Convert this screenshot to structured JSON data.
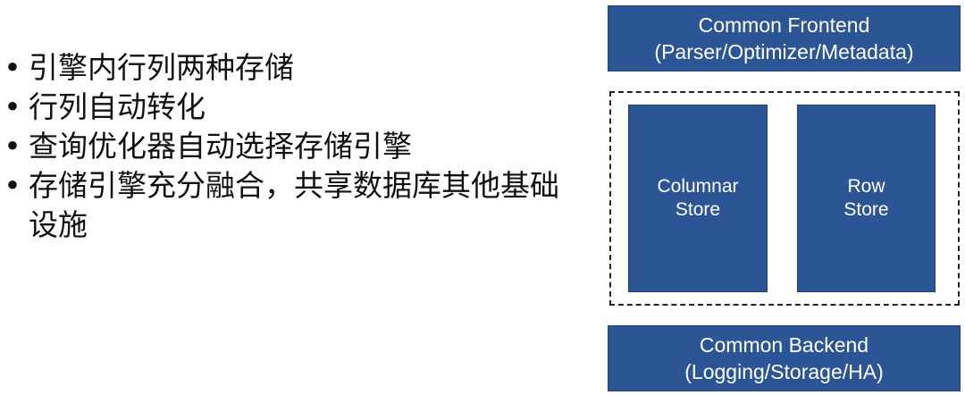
{
  "bullets": [
    "引擎内行列两种存储",
    "行列自动转化",
    "查询优化器自动选择存储引擎",
    "存储引擎充分融合，共享数据库其他基础设施"
  ],
  "bullet_symbol": "•",
  "diagram": {
    "frontend": {
      "line1": "Common Frontend",
      "line2": "(Parser/Optimizer/Metadata)"
    },
    "columnar": {
      "line1": "Columnar",
      "line2": "Store"
    },
    "row": {
      "line1": "Row",
      "line2": "Store"
    },
    "backend": {
      "line1": "Common Backend",
      "line2": "(Logging/Storage/HA)"
    }
  },
  "colors": {
    "box_fill": "#2b5594",
    "box_text": "#ffffff",
    "dashed_border": "#222222",
    "bullet_text": "#111111"
  }
}
